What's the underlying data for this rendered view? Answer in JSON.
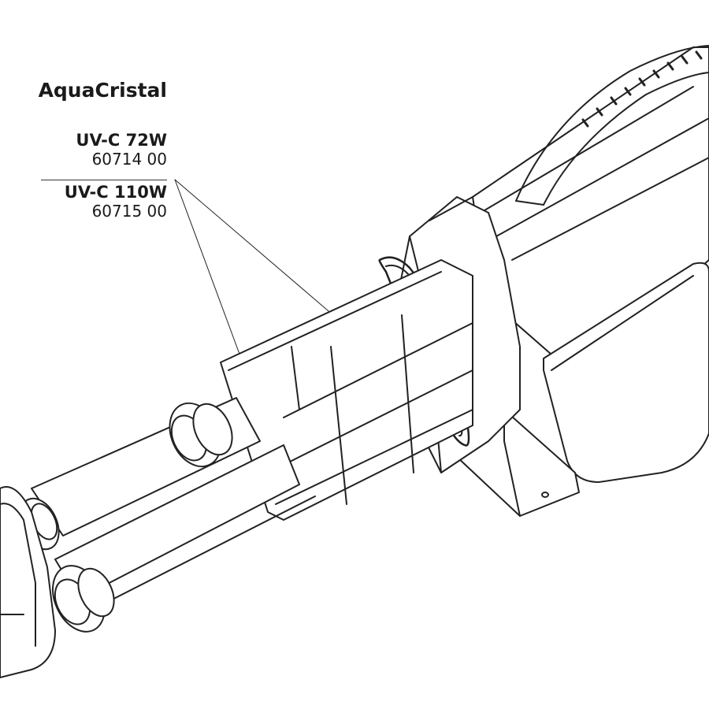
{
  "title": "AquaCristal",
  "variants": [
    {
      "model": "UV-C 72W",
      "article": "60714 00"
    },
    {
      "model": "UV-C 110W",
      "article": "60715 00"
    }
  ]
}
